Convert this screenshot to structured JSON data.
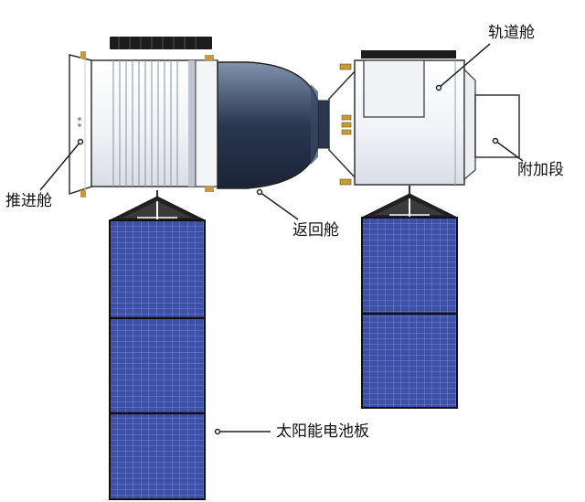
{
  "labels": {
    "propulsion_module": "推进舱",
    "reentry_module": "返回舱",
    "orbital_module": "轨道舱",
    "addon_section": "附加段",
    "solar_panel": "太阳能电池板"
  },
  "colors": {
    "panel_fill": "#3d4fa6",
    "panel_grid": "#7f8fd6",
    "capsule_dark": "#1f2a3d",
    "capsule_light": "#6a7c98",
    "body_white": "#f7f8fb",
    "outline": "#333333",
    "gold": "#c89a3a"
  }
}
